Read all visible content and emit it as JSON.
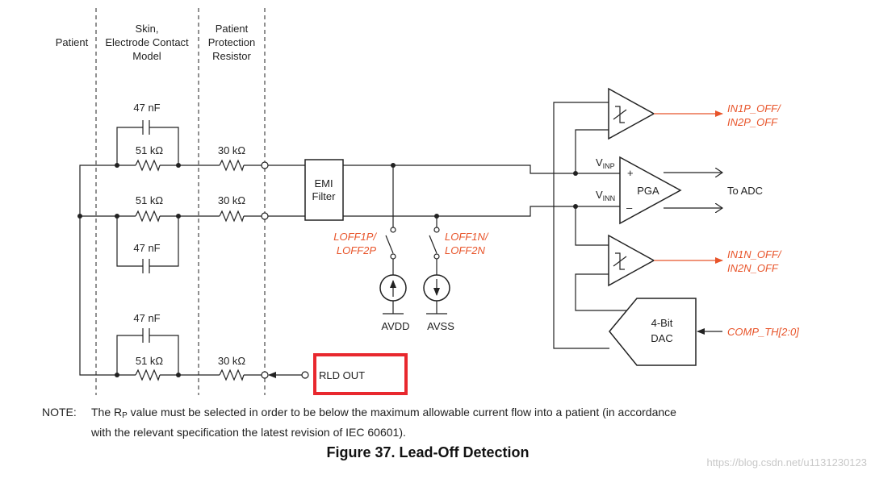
{
  "columns": {
    "patient": "Patient",
    "skin_line1": "Skin,",
    "skin_line2": "Electrode Contact",
    "skin_line3": "Model",
    "prot_line1": "Patient",
    "prot_line2": "Protection",
    "prot_line3": "Resistor"
  },
  "components": {
    "cap_top": "47 nF",
    "res_skin_top": "51 kΩ",
    "res_prot_top": "30 kΩ",
    "res_skin_mid": "51 kΩ",
    "res_prot_mid": "30 kΩ",
    "cap_mid": "47 nF",
    "cap_bot": "47 nF",
    "res_skin_bot": "51 kΩ",
    "res_prot_bot": "30 kΩ",
    "emi_line1": "EMI",
    "emi_line2": "Filter",
    "pga": "PGA",
    "vinp": "V",
    "vinp_sub": "INP",
    "vinn": "V",
    "vinn_sub": "INN",
    "plus": "+",
    "minus": "–",
    "dac_line1": "4-Bit",
    "dac_line2": "DAC",
    "rld_out": "RLD OUT",
    "avdd": "AVDD",
    "avss": "AVSS"
  },
  "signals": {
    "in1p_line1": "IN1P_OFF/",
    "in1p_line2": "IN2P_OFF",
    "in1n_line1": "IN1N_OFF/",
    "in1n_line2": "IN2N_OFF",
    "to_adc": "To ADC",
    "comp_th": "COMP_TH[2:0]",
    "loff1p_line1": "LOFF1P/",
    "loff1p_line2": "LOFF2P",
    "loff1n_line1": "LOFF1N/",
    "loff1n_line2": "LOFF2N"
  },
  "note": {
    "label": "NOTE:",
    "text_before_sub": "The R",
    "sub": "P",
    "text_line1": " value must be selected in order to be below the maximum allowable current flow into a patient (in accordance",
    "text_line2": "with the relevant specification the latest revision of IEC 60601)."
  },
  "caption": "Figure 37.  Lead-Off Detection",
  "watermark": "https://blog.csdn.net/u1131230123",
  "colors": {
    "signal_red": "#e8542a",
    "highlight_box": "#e8282e",
    "line": "#222222"
  }
}
